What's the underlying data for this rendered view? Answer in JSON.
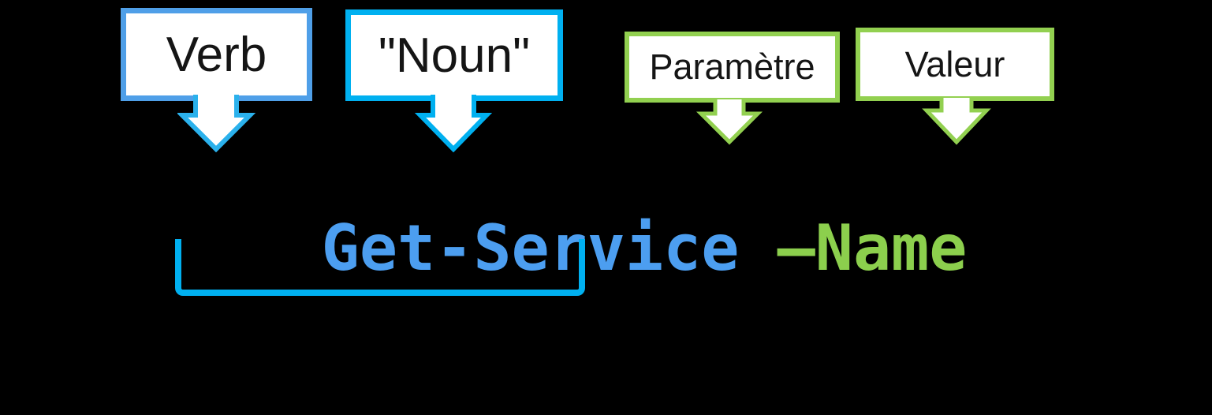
{
  "callouts": {
    "verb": {
      "label": "Verb",
      "border_color": "#4f9fe8",
      "arrow_color": "#2bb1ec"
    },
    "noun": {
      "label": "\"Noun\"",
      "border_color": "#00b0f0",
      "arrow_color": "#00b0f0"
    },
    "parametre": {
      "label": "Paramètre",
      "border_color": "#92d050",
      "arrow_color": "#92d050"
    },
    "valeur": {
      "label": "Valeur",
      "border_color": "#92d050",
      "arrow_color": "#92d050"
    }
  },
  "command": {
    "cmdlet": "Get-Service",
    "separator": " ",
    "parameter": "–Name",
    "cmdlet_color": "#4c9ef0",
    "parameter_color": "#8ccf4d"
  },
  "bracket": {
    "color": "#00b0f0"
  },
  "background_color": "#000000"
}
